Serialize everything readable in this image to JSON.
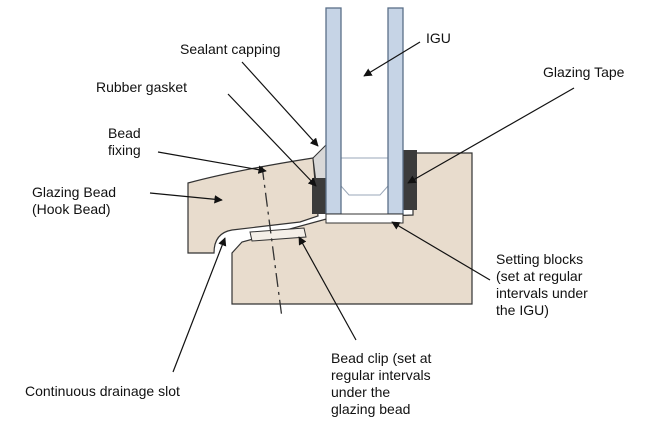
{
  "labels": {
    "sealant_capping": "Sealant capping",
    "igu": "IGU",
    "rubber_gasket": "Rubber gasket",
    "glazing_tape": "Glazing Tape",
    "bead_fixing": "Bead\nfixing",
    "glazing_bead": "Glazing Bead\n(Hook Bead)",
    "setting_blocks": "Setting blocks\n(set at regular\nintervals under\nthe IGU)",
    "bead_clip": "Bead clip (set at\nregular intervals\nunder the\nglazing bead",
    "drainage_slot": "Continuous drainage slot"
  },
  "colors": {
    "frame_fill": "#e8dccd",
    "glass_fill": "#c6d4e6",
    "glass_stroke": "#5a6f88",
    "gasket_fill": "#3b3b3b",
    "outline": "#333333"
  }
}
